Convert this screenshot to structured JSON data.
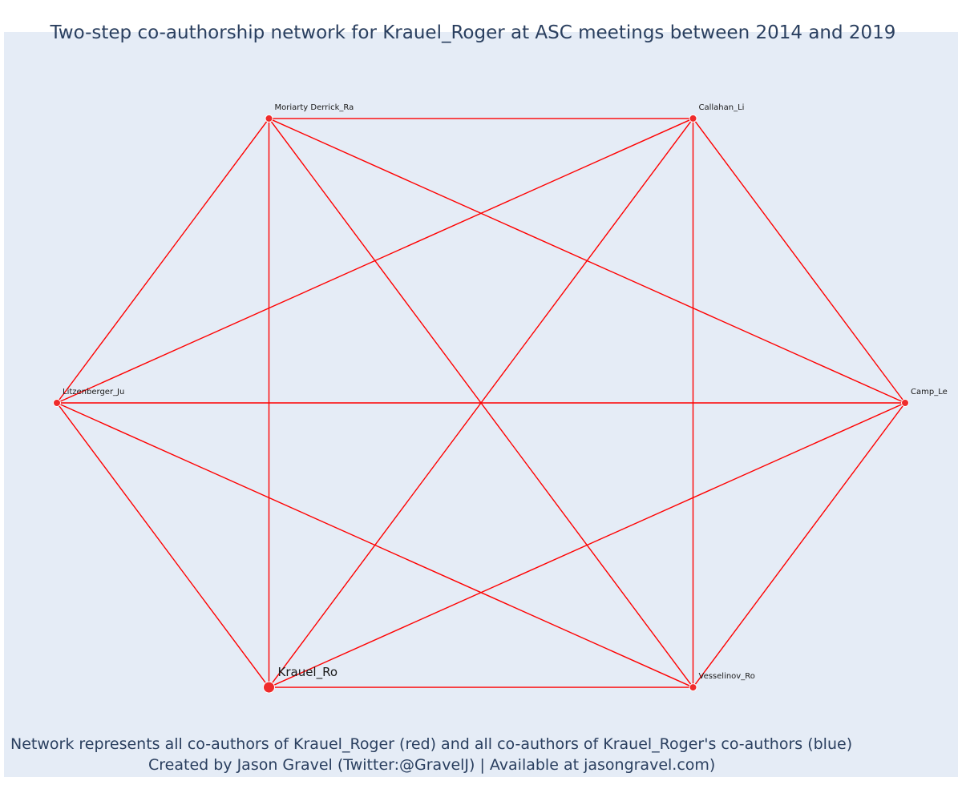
{
  "title": "Two-step co-authorship network for Krauel_Roger at ASC meetings between 2014 and 2019",
  "footer": {
    "line1": "Network represents all co-authors of Krauel_Roger (red) and all co-authors of Krauel_Roger's co-authors (blue)",
    "line2": "Created by Jason Gravel (Twitter:@GravelJ) | Available at jasongravel.com)"
  },
  "colors": {
    "edge": "#ff0000",
    "node_fill": "#ef2b2b",
    "node_stroke": "#ffffff",
    "plot_background": "#e5ecf6",
    "text": "#2a3f5f"
  },
  "network": {
    "layout": "circular",
    "nodes": [
      {
        "id": "moriarty",
        "label": "Moriarty Derrick_Ra",
        "group": "co-author"
      },
      {
        "id": "callahan",
        "label": "Callahan_Li",
        "group": "co-author"
      },
      {
        "id": "camp",
        "label": "Camp_Le",
        "group": "co-author"
      },
      {
        "id": "vesselinov",
        "label": "Vesselinov_Ro",
        "group": "co-author"
      },
      {
        "id": "krauel",
        "label": "Krauel_Ro",
        "group": "focal"
      },
      {
        "id": "litzenberger",
        "label": "Litzenberger_Ju",
        "group": "co-author"
      }
    ],
    "edges": [
      [
        "moriarty",
        "callahan"
      ],
      [
        "moriarty",
        "camp"
      ],
      [
        "moriarty",
        "vesselinov"
      ],
      [
        "moriarty",
        "krauel"
      ],
      [
        "moriarty",
        "litzenberger"
      ],
      [
        "callahan",
        "camp"
      ],
      [
        "callahan",
        "vesselinov"
      ],
      [
        "callahan",
        "krauel"
      ],
      [
        "callahan",
        "litzenberger"
      ],
      [
        "camp",
        "vesselinov"
      ],
      [
        "camp",
        "krauel"
      ],
      [
        "camp",
        "litzenberger"
      ],
      [
        "vesselinov",
        "krauel"
      ],
      [
        "vesselinov",
        "litzenberger"
      ],
      [
        "krauel",
        "litzenberger"
      ]
    ]
  }
}
